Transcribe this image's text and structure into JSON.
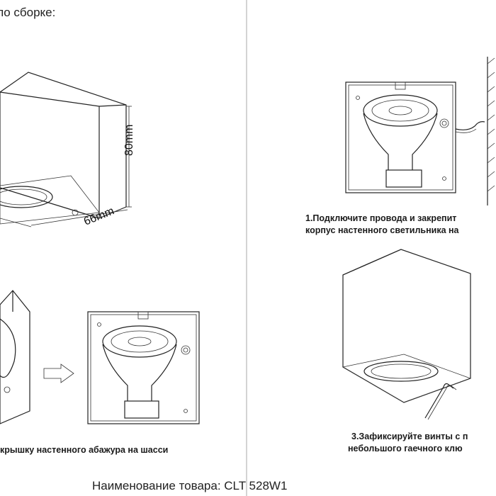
{
  "header": {
    "text": "по сборке:"
  },
  "dimensions": {
    "height": "80mm",
    "width": "66mm"
  },
  "step1": {
    "line1": "1.Подключите провода и закрепит",
    "line2": "корпус настенного светильника на"
  },
  "step2": {
    "line1": "крышку настенного абажура на шасси"
  },
  "step3": {
    "line1": "3.Зафиксируйте винты с п",
    "line2": "небольшого гаечного клю"
  },
  "footer": {
    "text": "Наименование товара: CLT 528W1"
  }
}
